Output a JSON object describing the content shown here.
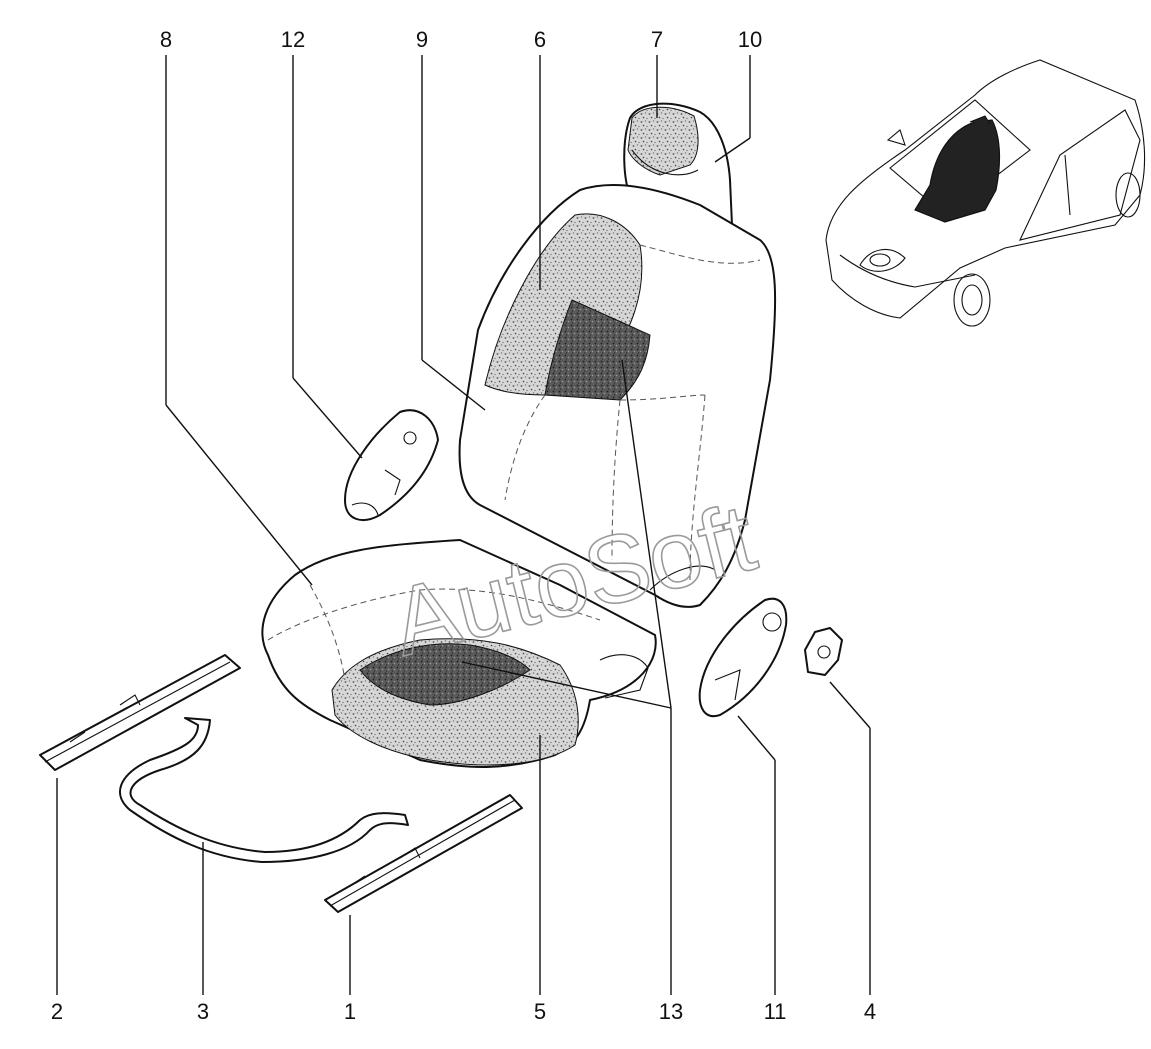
{
  "callouts": {
    "c8": "8",
    "c12": "12",
    "c9": "9",
    "c6": "6",
    "c7": "7",
    "c10": "10",
    "c2": "2",
    "c3": "3",
    "c1": "1",
    "c5": "5",
    "c13": "13",
    "c11": "11",
    "c4": "4"
  },
  "watermark": "AutoSoft",
  "colors": {
    "line": "#111111",
    "foam": "#bdbdbd",
    "dark_foam": "#4a4a4a",
    "car_seat": "#222222"
  }
}
